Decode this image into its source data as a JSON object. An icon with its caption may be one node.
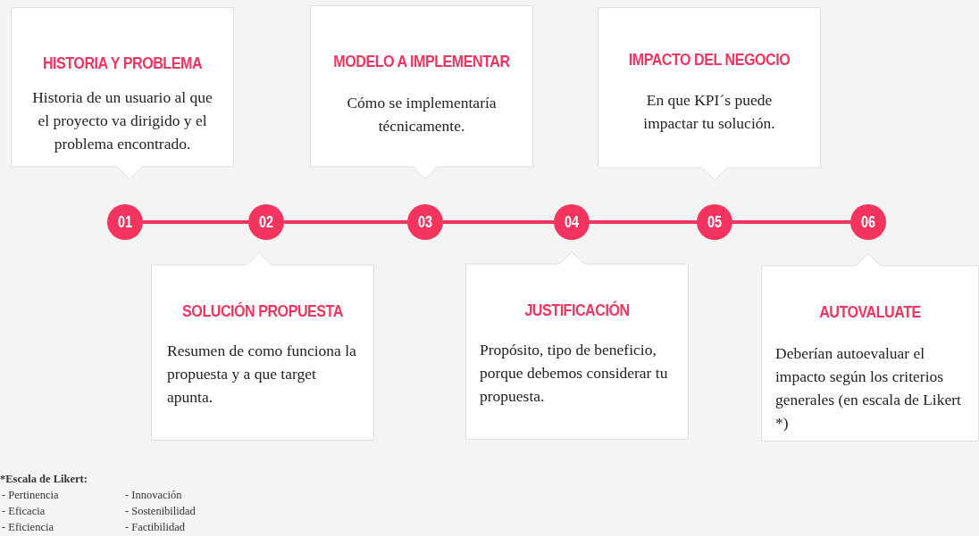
{
  "diagram": {
    "nodes": [
      {
        "text": [
          "HISTORIA Y PROBLEMA",
          "Historia de un usuario al que el proyecto va dirigido y el problema encontrado."
        ]
      },
      {
        "text": [
          "SOLUCIÓN PROPUESTA",
          "Resumen de como funciona la propuesta y a que target apunta."
        ]
      },
      {
        "text": [
          "MODELO A IMPLEMENTAR",
          "Cómo se implementaría técnicamente."
        ]
      },
      {
        "text": [
          "JUSTIFICACIÓN",
          "Propósito, tipo de beneficio, porque debemos considerar tu propuesta."
        ]
      },
      {
        "text": [
          "IMPACTO DEL NEGOCIO",
          "En que KPI´s puede impactar tu solución."
        ]
      },
      {
        "text": [
          "AUTOVALUATE",
          "Deberían autoevaluar el impacto según los criterios generales (en escala de Likert *)"
        ]
      },
      {
        "text": [
          "01"
        ]
      },
      {
        "text": [
          "02"
        ]
      },
      {
        "text": [
          "03"
        ]
      },
      {
        "text": [
          "04"
        ]
      },
      {
        "text": [
          "05"
        ]
      },
      {
        "text": [
          "06"
        ]
      }
    ],
    "edges": [
      {
        "from": 6,
        "to": 7,
        "arrow": "none"
      },
      {
        "from": 7,
        "to": 8,
        "arrow": "none"
      },
      {
        "from": 8,
        "to": 9,
        "arrow": "none"
      },
      {
        "from": 9,
        "to": 10,
        "arrow": "none"
      },
      {
        "from": 10,
        "to": 11,
        "arrow": "none"
      }
    ],
    "labels": [
      "*Escala de Likert:",
      "- Pertinencia",
      "- Innovación",
      "- Eficacia",
      "- Sostenibilidad",
      "- Eficiencia",
      "- Factibilidad"
    ]
  }
}
